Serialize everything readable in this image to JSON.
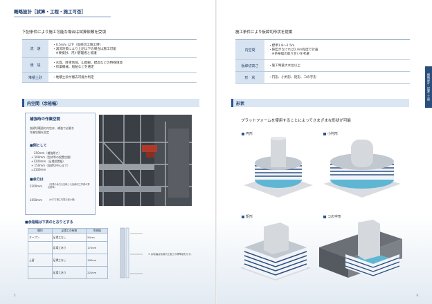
{
  "left": {
    "title": "概略設計［試算・工程・施工可否］",
    "lead": "下記条件により施工可能な場合は試算依頼を受領",
    "conditions": [
      {
        "label": "流　速",
        "lines": [
          "・0.5m/s 以下（仮締切工施工時）",
          "・減流対策により上記以下の場合は施工可能",
          "　※要検討、河川管理者と協議"
        ]
      },
      {
        "label": "環　境",
        "lines": [
          "・水質、降雪地域、山間部、標高などの特殊環境",
          "・作業機械、船舶などを選定"
        ]
      },
      {
        "label": "堆積土砂",
        "lines": [
          "・堆積土砂が撤去可能か判定"
        ]
      }
    ],
    "section": "内空間（余裕幅）",
    "work_box": {
      "title": "補強時の作業空間",
      "desc1": "仮締切範囲の内空は、補強で必要な",
      "desc2": "作業空間を設定",
      "example_label": "■例として",
      "examples": [
        "250mm（補強厚さ）",
        "+ 500mm（型枠等の設置空間）",
        "+1200mm（足場設置幅）",
        "+ 150mm（仮締切中心まで）",
        "=2100mm"
      ],
      "margin_label": "■余力は",
      "margin1_value": "2200mm",
      "margin1_note": "（作業の余力を加味した仮締切工事費の算出基準）",
      "margin2_value": "1650mm",
      "margin2_note": "（水中で施工可能な最小値）"
    },
    "table_title": "■余裕幅は下表のとおりとする",
    "mini_headers": [
      "種別",
      "足場工の有無",
      "余裕幅"
    ],
    "mini_rows": [
      [
        "オープン",
        "足場工なし",
        "50cm"
      ],
      [
        "",
        "足場工あり",
        "170cm"
      ],
      [
        "土留",
        "足場工なし",
        "100cm"
      ],
      [
        "",
        "足場工あり",
        "220cm"
      ]
    ],
    "notes": "※ 余裕幅は仮締切工施工の標準値を示す。",
    "page_no": "5"
  },
  "right": {
    "title": "施工条件により仮締切形状を提案",
    "conditions": [
      {
        "label": "内空間",
        "lines": [
          "・標準1.8〜2.5m",
          "・狭監がなければ2.0m程度で計画",
          "　※余裕幅の取り合いを考慮"
        ]
      },
      {
        "label": "仮締切高さ",
        "lines": [
          "・施工時最大水位以上"
        ]
      },
      {
        "label": "形　状",
        "lines": [
          "・円形、小判形、矩形、コの字形"
        ]
      }
    ],
    "section": "形状",
    "lead": "プラットフォームを使用することによってさまざまな形状が可能",
    "shapes": [
      "円形",
      "小判形",
      "矩形",
      "コの字形"
    ],
    "side_tab": "概略設計・試算・工程",
    "page_no": "6"
  }
}
